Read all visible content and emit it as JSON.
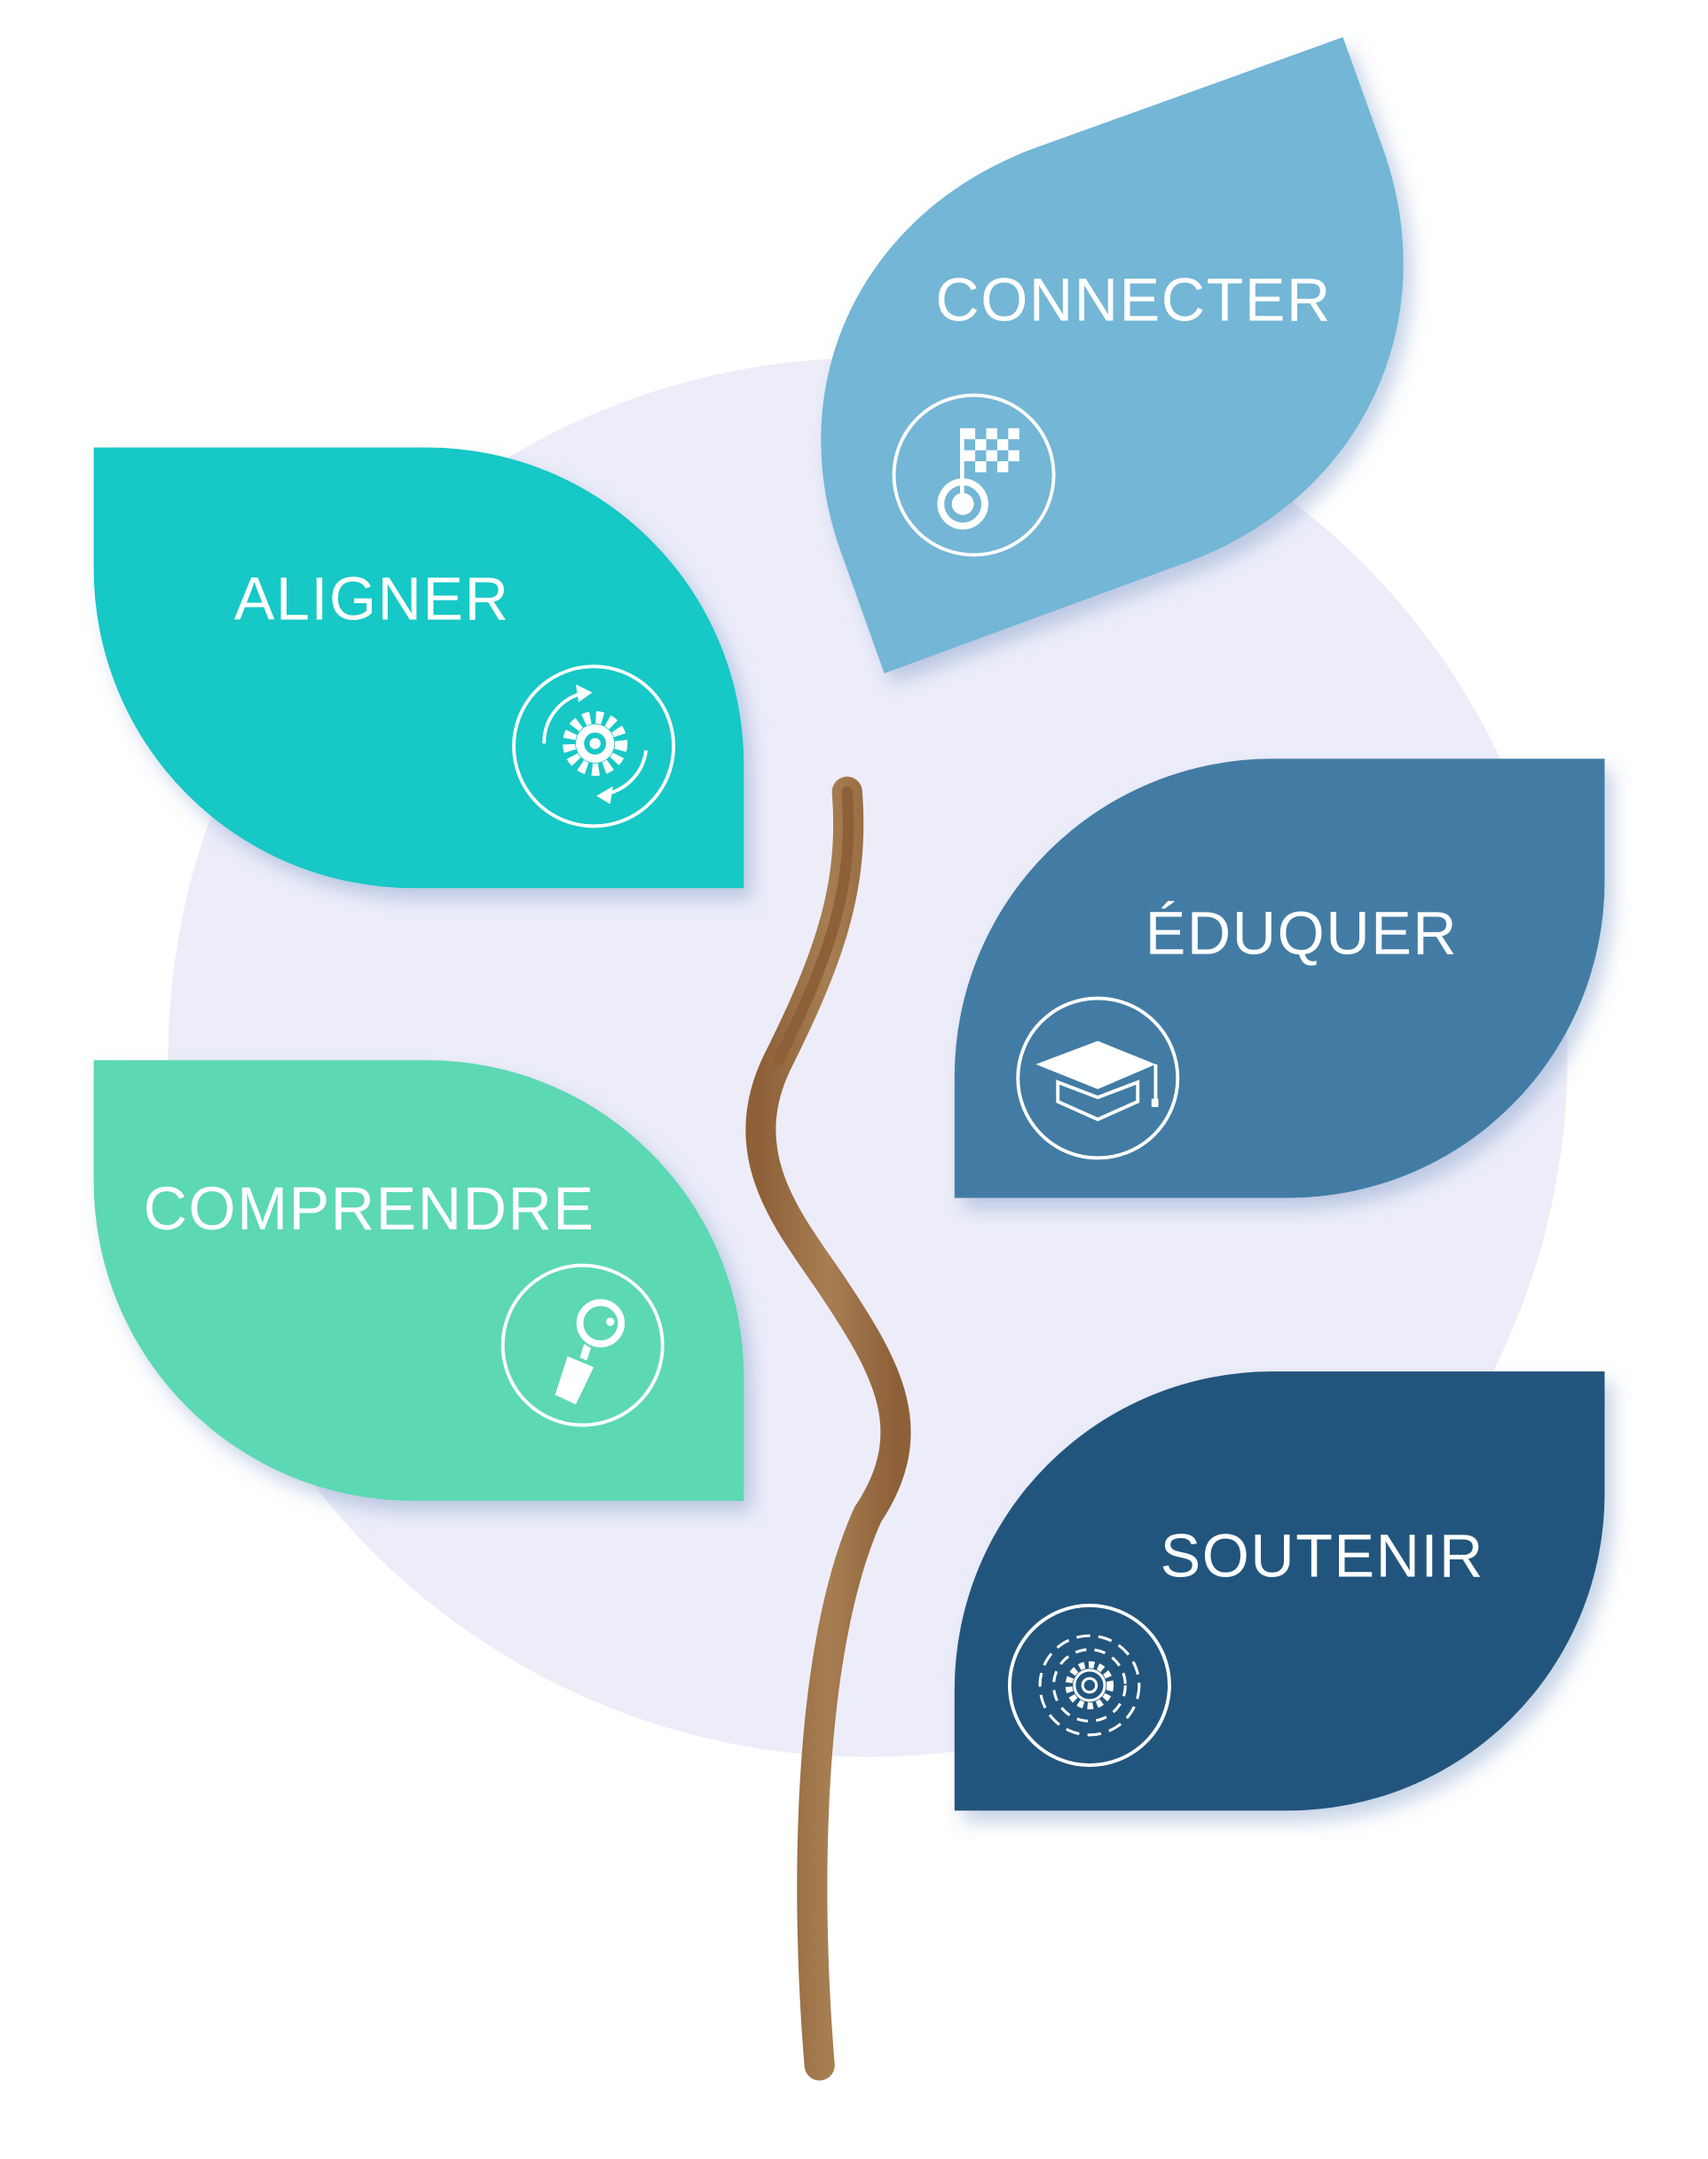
{
  "colors": {
    "background_circle": "#EDEDF9",
    "stem": "#97693F",
    "aligner": "#17C8C6",
    "comprendre": "#5CD8B3",
    "connecter": "#73B6D6",
    "eduquer": "#437CA4",
    "soutenir": "#24557D"
  },
  "leaves": [
    {
      "label": "CONNECTER",
      "icon": "checkered-flag-icon"
    },
    {
      "label": "ALIGNER",
      "icon": "gear-cycle-icon"
    },
    {
      "label": "ÉDUQUER",
      "icon": "graduation-cap-icon"
    },
    {
      "label": "COMPRENDRE",
      "icon": "magnifying-glass-icon"
    },
    {
      "label": "SOUTENIR",
      "icon": "gear-circle-icon"
    }
  ]
}
